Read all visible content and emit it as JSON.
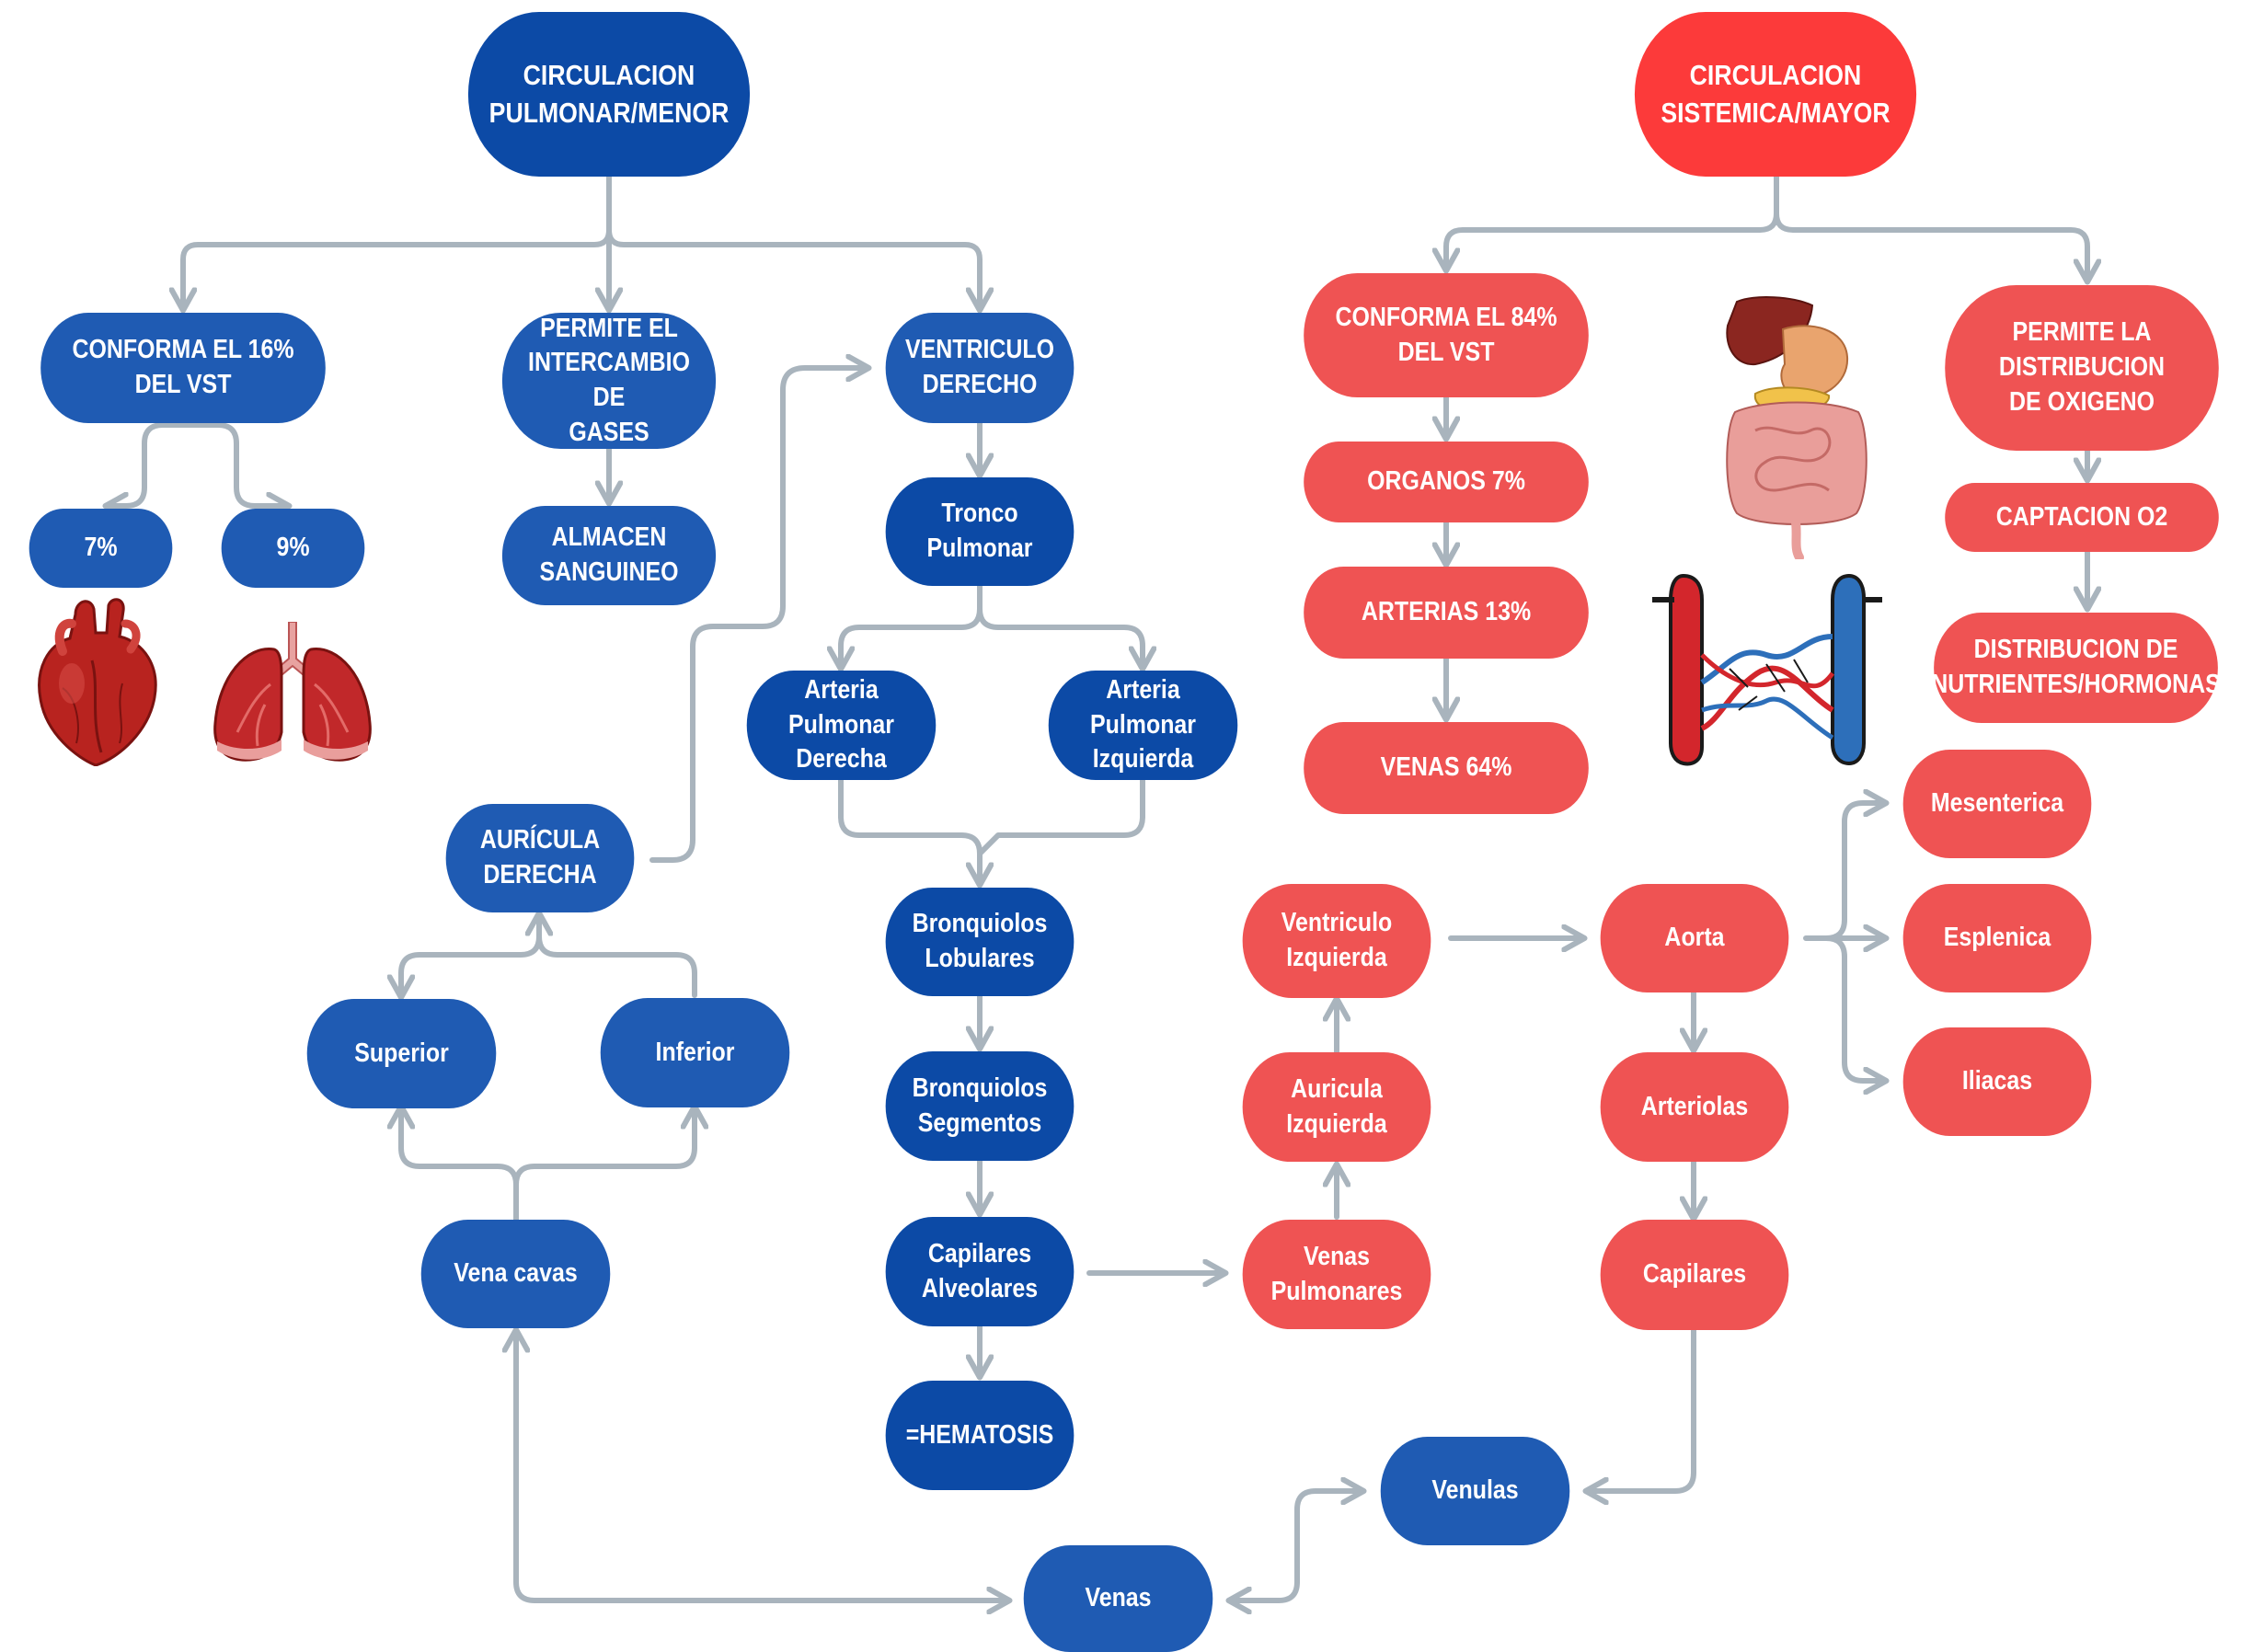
{
  "colors": {
    "pulmonar_blue": "#1f5bb3",
    "pulmonar_title_blue": "#0c4aa6",
    "sistemica_red": "#ef5353",
    "sistemica_title_red": "#fc3a3a",
    "connector_gray": "#a9b4bd"
  },
  "icons": [
    "heart-illustration",
    "lungs-illustration",
    "digestive-organs-illustration",
    "blood-vessels-illustration"
  ],
  "pulmonar": {
    "title": "CIRCULACION\nPULMONAR/MENOR",
    "conforma": "CONFORMA EL 16% DEL VST",
    "pct_7": "7%",
    "pct_9": "9%",
    "permite": "PERMITE EL\nINTERCAMBIO DE\nGASES",
    "almacen": "ALMACEN\nSANGUINEO",
    "ventriculo": "VENTRICULO\nDERECHO",
    "tronco": "Tronco Pulmonar",
    "arteria_der": "Arteria Pulmonar\nDerecha",
    "arteria_izq": "Arteria Pulmonar\nIzquierda",
    "bronq_lob": "Bronquiolos\nLobulares",
    "bronq_seg": "Bronquiolos\nSegmentos",
    "capilares_alv": "Capilares\nAlveolares",
    "hematosis": "=HEMATOSIS",
    "auricula_der": "AURÍCULA\nDERECHA",
    "superior": "Superior",
    "inferior": "Inferior",
    "vena_cavas": "Vena cavas",
    "venas": "Venas",
    "venulas": "Venulas"
  },
  "sistemica": {
    "title": "CIRCULACION\nSISTEMICA/MAYOR",
    "conforma": "CONFORMA EL 84% DEL VST",
    "organos": "ORGANOS 7%",
    "arterias": "ARTERIAS 13%",
    "venas_pct": "VENAS 64%",
    "permite": "PERMITE LA DISTRIBUCION\nDE OXIGENO",
    "captacion": "CAPTACION O2",
    "distribucion": "DISTRIBUCION DE\nNUTRIENTES/HORMONAS",
    "ventriculo_izq": "Ventriculo\nIzquierda",
    "auricula_izq": "Auricula Izquierda",
    "venas_pulmonares": "Venas Pulmonares",
    "aorta": "Aorta",
    "arteriolas": "Arteriolas",
    "capilares": "Capilares",
    "mesenterica": "Mesenterica",
    "esplenica": "Esplenica",
    "iliacas": "Iliacas"
  }
}
